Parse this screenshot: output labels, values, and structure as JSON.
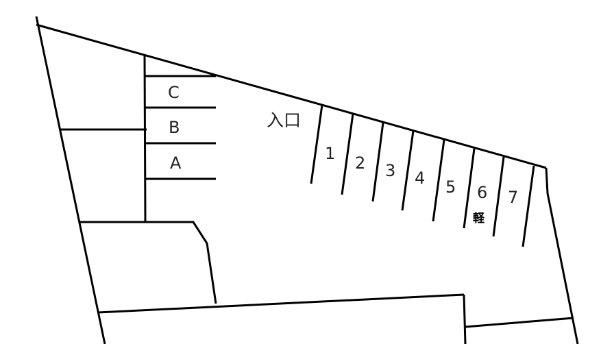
{
  "entrance_label": "入口",
  "left_spaces": [
    "C",
    "B",
    "A"
  ],
  "right_spaces": [
    "1",
    "2",
    "3",
    "4",
    "5",
    "6",
    "7"
  ],
  "kei_label": "軽"
}
